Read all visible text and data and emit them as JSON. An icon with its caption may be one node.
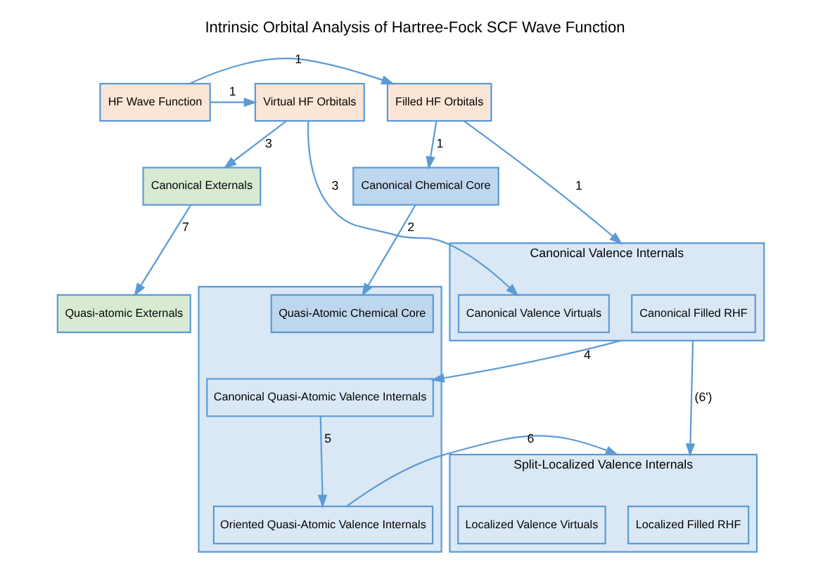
{
  "diagram": {
    "title": "Intrinsic Orbital Analysis of Hartree-Fock SCF Wave Function",
    "nodes": [
      {
        "text": [
          "HF Wave Function"
        ]
      },
      {
        "text": [
          "Filled HF Orbitals"
        ]
      },
      {
        "text": [
          "Virtual HF Orbitals"
        ]
      },
      {
        "text": [
          "Canonical Chemical Core"
        ]
      },
      {
        "text": [
          "Canonical Externals"
        ]
      },
      {
        "text": [
          "Quasi-atomic Externals"
        ]
      },
      {
        "text": [
          "Canonical Valence Internals"
        ]
      },
      {
        "text": [
          "Canonical Filled RHF"
        ],
        "in": 6
      },
      {
        "text": [
          "Canonical Valence Virtuals"
        ],
        "in": 6
      },
      {
        "text": [],
        "shape": "box"
      },
      {
        "text": [
          "Quasi-Atomic Chemical Core"
        ],
        "in": 9
      },
      {
        "text": [
          "Canonical Quasi-Atomic Valence Internals"
        ],
        "in": 9
      },
      {
        "text": [
          "Oriented Quasi-Atomic Valence Internals"
        ],
        "in": 9
      },
      {
        "text": [
          "Split-Localized Valence Internals"
        ]
      },
      {
        "text": [
          "Localized Filled RHF"
        ],
        "in": 13
      },
      {
        "text": [
          "Localized Valence Virtuals"
        ],
        "in": 13
      }
    ],
    "edges": [
      {
        "from": 0,
        "to": 1,
        "arrow": "to",
        "label": "1"
      },
      {
        "from": 0,
        "to": 2,
        "arrow": "to",
        "label": "1"
      },
      {
        "from": 1,
        "to": 3,
        "arrow": "to",
        "label": "1"
      },
      {
        "from": 1,
        "to": 6,
        "arrow": "to",
        "label": "1"
      },
      {
        "from": 2,
        "to": 4,
        "arrow": "to",
        "label": "3"
      },
      {
        "from": 2,
        "to": 8,
        "arrow": "to",
        "label": "3"
      },
      {
        "from": 4,
        "to": 5,
        "arrow": "to",
        "label": "7"
      },
      {
        "from": 3,
        "to": 10,
        "arrow": "to",
        "label": "2"
      },
      {
        "from": 6,
        "to": 11,
        "arrow": "to",
        "label": "4"
      },
      {
        "from": 6,
        "to": 13,
        "arrow": "to",
        "label": "(6')"
      },
      {
        "from": 11,
        "to": 12,
        "arrow": "to",
        "label": "5"
      },
      {
        "from": 12,
        "to": 13,
        "arrow": "to",
        "label": "6"
      }
    ]
  }
}
